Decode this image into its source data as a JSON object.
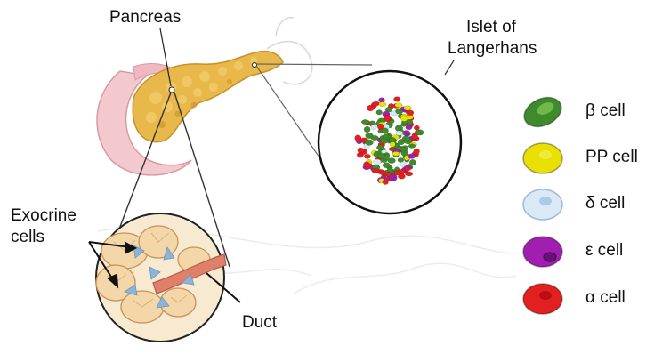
{
  "labels": {
    "pancreas": "Pancreas",
    "islet_line1": "Islet of",
    "islet_line2": "Langerhans",
    "exocrine_line1": "Exocrine",
    "exocrine_line2": "cells",
    "duct": "Duct"
  },
  "legend": [
    {
      "label": "β cell",
      "icon": "beta-cell-icon",
      "fill": "#3f8a2c",
      "nucleus": "#6fb84a"
    },
    {
      "label": "PP cell",
      "icon": "pp-cell-icon",
      "fill": "#e8e000",
      "nucleus": "#f2ea3a"
    },
    {
      "label": "δ cell",
      "icon": "delta-cell-icon",
      "fill": "#dbe9f6",
      "nucleus": "#a9cbe8"
    },
    {
      "label": "ε cell",
      "icon": "epsilon-cell-icon",
      "fill": "#a11fb0",
      "nucleus": "#6a0f78"
    },
    {
      "label": "α cell",
      "icon": "alpha-cell-icon",
      "fill": "#e22020",
      "nucleus": "#b80f12"
    }
  ],
  "colors": {
    "pancreas_body": "#e8b84a",
    "pancreas_shadow": "#c98f2a",
    "duodenum": "#f3c9cf",
    "exocrine_tissue": "#f4d7a8",
    "exocrine_outline": "#c7935a",
    "duct_vessel": "#e0806a",
    "duct_flow": "#8fb3d6"
  }
}
